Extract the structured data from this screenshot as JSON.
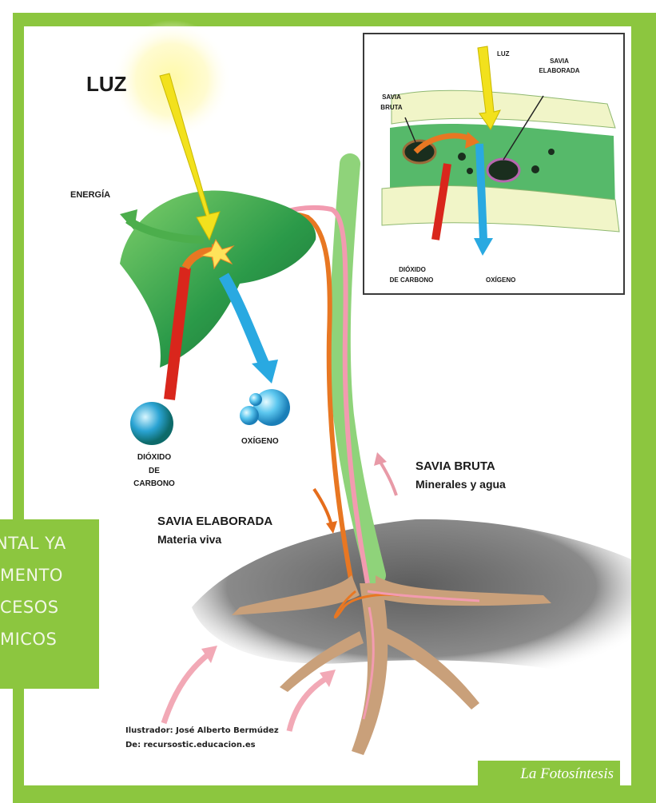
{
  "diagram": {
    "main_labels": {
      "light": "LUZ",
      "energy": "ENERGÍA",
      "co2_line1": "DIÓXIDO",
      "co2_line2": "DE",
      "co2_line3": "CARBONO",
      "oxygen": "OXÍGENO",
      "raw_sap_title": "SAVIA BRUTA",
      "raw_sap_desc": "Minerales y agua",
      "elab_sap_title": "SAVIA ELABORADA",
      "elab_sap_desc": "Materia viva"
    },
    "inset_labels": {
      "light": "LUZ",
      "elab_sap_line1": "SAVIA",
      "elab_sap_line2": "ELABORADA",
      "raw_sap_line1": "SAVIA",
      "raw_sap_line2": "BRUTA",
      "co2_line1": "DIÓXIDO",
      "co2_line2": "DE CARBONO",
      "oxygen": "OXÍGENO"
    },
    "credits": {
      "illustrator": "Ilustrador: José Alberto Bermúdez",
      "source": "De: recursostic.educacion.es"
    },
    "colors": {
      "frame": "#8cc63f",
      "light_arrow": "#f2e11d",
      "co2_arrow": "#d9261c",
      "oxygen_arrow": "#29a9e1",
      "elab_sap": "#e87722",
      "raw_sap": "#f29bb0",
      "leaf": "#2e9e4a",
      "soil": "#6e6e6e",
      "root": "#c9a07a"
    }
  },
  "caption": {
    "line1": "NTAL YA",
    "line2": "MENTO",
    "line3": "CESOS",
    "line4": "MICOS"
  },
  "title_tag": "La Fotosíntesis"
}
